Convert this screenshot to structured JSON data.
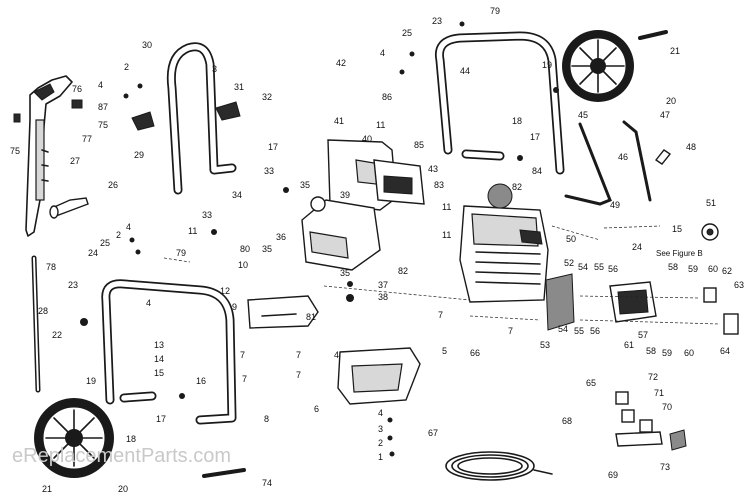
{
  "diagram": {
    "callouts": [
      {
        "id": "c75a",
        "label": "75"
      },
      {
        "id": "c76",
        "label": "76"
      },
      {
        "id": "c87",
        "label": "87"
      },
      {
        "id": "c75b",
        "label": "75"
      },
      {
        "id": "c77",
        "label": "77"
      },
      {
        "id": "c27",
        "label": "27"
      },
      {
        "id": "c26",
        "label": "26"
      },
      {
        "id": "c4a",
        "label": "4"
      },
      {
        "id": "c2a",
        "label": "2"
      },
      {
        "id": "c30",
        "label": "30"
      },
      {
        "id": "c3a",
        "label": "3"
      },
      {
        "id": "c31",
        "label": "31"
      },
      {
        "id": "c32",
        "label": "32"
      },
      {
        "id": "c29",
        "label": "29"
      },
      {
        "id": "c17a",
        "label": "17"
      },
      {
        "id": "c33a",
        "label": "33"
      },
      {
        "id": "c35a",
        "label": "35"
      },
      {
        "id": "c34",
        "label": "34"
      },
      {
        "id": "c33b",
        "label": "33"
      },
      {
        "id": "c42",
        "label": "42"
      },
      {
        "id": "c23a",
        "label": "23"
      },
      {
        "id": "c79a",
        "label": "79"
      },
      {
        "id": "c4b",
        "label": "4"
      },
      {
        "id": "c25a",
        "label": "25"
      },
      {
        "id": "c44",
        "label": "44"
      },
      {
        "id": "c86",
        "label": "86"
      },
      {
        "id": "c41",
        "label": "41"
      },
      {
        "id": "c40",
        "label": "40"
      },
      {
        "id": "c11a",
        "label": "11"
      },
      {
        "id": "c85",
        "label": "85"
      },
      {
        "id": "c39",
        "label": "39"
      },
      {
        "id": "c43",
        "label": "43"
      },
      {
        "id": "c18",
        "label": "18"
      },
      {
        "id": "c17b",
        "label": "17"
      },
      {
        "id": "c19a",
        "label": "19"
      },
      {
        "id": "c21a",
        "label": "21"
      },
      {
        "id": "c20a",
        "label": "20"
      },
      {
        "id": "c45",
        "label": "45"
      },
      {
        "id": "c47",
        "label": "47"
      },
      {
        "id": "c46",
        "label": "46"
      },
      {
        "id": "c48",
        "label": "48"
      },
      {
        "id": "c84",
        "label": "84"
      },
      {
        "id": "c83",
        "label": "83"
      },
      {
        "id": "c82a",
        "label": "82"
      },
      {
        "id": "c11b",
        "label": "11"
      },
      {
        "id": "c36",
        "label": "36"
      },
      {
        "id": "c35b",
        "label": "35"
      },
      {
        "id": "c80",
        "label": "80"
      },
      {
        "id": "c10",
        "label": "10"
      },
      {
        "id": "c35c",
        "label": "35"
      },
      {
        "id": "c82b",
        "label": "82"
      },
      {
        "id": "c11c",
        "label": "11"
      },
      {
        "id": "c50",
        "label": "50"
      },
      {
        "id": "c49",
        "label": "49"
      },
      {
        "id": "c15a",
        "label": "15"
      },
      {
        "id": "c24a",
        "label": "24"
      },
      {
        "id": "c51",
        "label": "51"
      },
      {
        "id": "c11d",
        "label": "11"
      },
      {
        "id": "c4c",
        "label": "4"
      },
      {
        "id": "c2b",
        "label": "2"
      },
      {
        "id": "c25b",
        "label": "25"
      },
      {
        "id": "c79b",
        "label": "79"
      },
      {
        "id": "c24b",
        "label": "24"
      },
      {
        "id": "c78",
        "label": "78"
      },
      {
        "id": "c23b",
        "label": "23"
      },
      {
        "id": "c12",
        "label": "12"
      },
      {
        "id": "c37",
        "label": "37"
      },
      {
        "id": "c38",
        "label": "38"
      },
      {
        "id": "c52",
        "label": "52"
      },
      {
        "id": "c53",
        "label": "53"
      },
      {
        "id": "c54a",
        "label": "54"
      },
      {
        "id": "c55a",
        "label": "55"
      },
      {
        "id": "c56a",
        "label": "56"
      },
      {
        "id": "c58",
        "label": "58"
      },
      {
        "id": "c59a",
        "label": "59"
      },
      {
        "id": "c60a",
        "label": "60"
      },
      {
        "id": "c62",
        "label": "62"
      },
      {
        "id": "c63",
        "label": "63"
      },
      {
        "id": "c28",
        "label": "28"
      },
      {
        "id": "c22",
        "label": "22"
      },
      {
        "id": "c4d",
        "label": "4"
      },
      {
        "id": "c9",
        "label": "9"
      },
      {
        "id": "c81",
        "label": "81"
      },
      {
        "id": "c7a",
        "label": "7"
      },
      {
        "id": "c7b",
        "label": "7"
      },
      {
        "id": "c7c",
        "label": "7"
      },
      {
        "id": "c7d",
        "label": "7"
      },
      {
        "id": "c54b",
        "label": "54"
      },
      {
        "id": "c55b",
        "label": "55"
      },
      {
        "id": "c56b",
        "label": "56"
      },
      {
        "id": "c61",
        "label": "61"
      },
      {
        "id": "c57",
        "label": "57"
      },
      {
        "id": "c58b",
        "label": "58"
      },
      {
        "id": "c59b",
        "label": "59"
      },
      {
        "id": "c60b",
        "label": "60"
      },
      {
        "id": "c64",
        "label": "64"
      },
      {
        "id": "c13",
        "label": "13"
      },
      {
        "id": "c14",
        "label": "14"
      },
      {
        "id": "c15b",
        "label": "15"
      },
      {
        "id": "c16",
        "label": "16"
      },
      {
        "id": "c7e",
        "label": "7"
      },
      {
        "id": "c7f",
        "label": "7"
      },
      {
        "id": "c8",
        "label": "8"
      },
      {
        "id": "c4e",
        "label": "4"
      },
      {
        "id": "c5",
        "label": "5"
      },
      {
        "id": "c6",
        "label": "6"
      },
      {
        "id": "c66",
        "label": "66"
      },
      {
        "id": "c65",
        "label": "65"
      },
      {
        "id": "c72",
        "label": "72"
      },
      {
        "id": "c71",
        "label": "71"
      },
      {
        "id": "c70",
        "label": "70"
      },
      {
        "id": "c19b",
        "label": "19"
      },
      {
        "id": "c17c",
        "label": "17"
      },
      {
        "id": "c18b",
        "label": "18"
      },
      {
        "id": "c4f",
        "label": "4"
      },
      {
        "id": "c3b",
        "label": "3"
      },
      {
        "id": "c2c",
        "label": "2"
      },
      {
        "id": "c1",
        "label": "1"
      },
      {
        "id": "c67",
        "label": "67"
      },
      {
        "id": "c68",
        "label": "68"
      },
      {
        "id": "c69",
        "label": "69"
      },
      {
        "id": "c73",
        "label": "73"
      },
      {
        "id": "c21b",
        "label": "21"
      },
      {
        "id": "c20b",
        "label": "20"
      },
      {
        "id": "c74",
        "label": "74"
      }
    ],
    "note": "See Figure B",
    "watermark": "eReplacementParts.com"
  }
}
